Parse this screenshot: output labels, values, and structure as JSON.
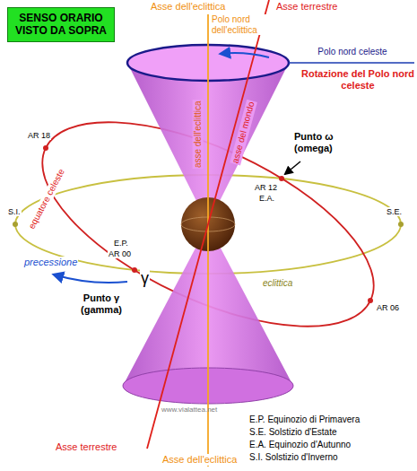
{
  "diagram": {
    "title": "SENSO ORARIO VISTO DA SOPRA",
    "labels": [
      "Asse dell'eclittica",
      "Asse terrestre",
      "Polo nord dell'eclittica",
      "Polo nord celeste",
      "Rotazione del Polo nord celeste",
      "asse dell'eclittica",
      "asse del mondo",
      "Punto ω (omega)",
      "AR 12",
      "E.A.",
      "AR 18",
      "equatore celeste",
      "S.I.",
      "S.E.",
      "E.P.",
      "AR 00",
      "precessione",
      "γ",
      "Punto γ (gamma)",
      "eclittica",
      "AR 06",
      "www.vialattea.net",
      "Asse terrestre",
      "Asse dell'eclittica"
    ],
    "legend": [
      {
        "text": "E.P. Equinozio di Primavera"
      },
      {
        "text": "S.E. Solstizio d'Estate"
      },
      {
        "text": "E.A. Equinozio d'Autunno"
      },
      {
        "text": "S.I. Solstizio d'Inverno"
      }
    ]
  }
}
